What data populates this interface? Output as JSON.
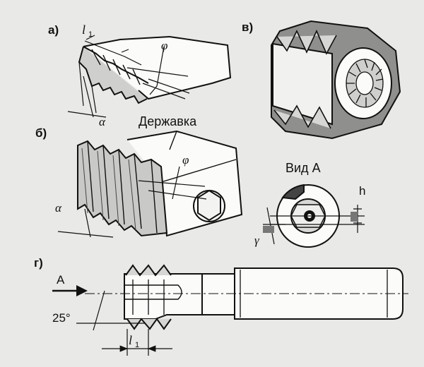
{
  "labels": {
    "a": "а)",
    "b": "б)",
    "v": "в)",
    "g": "г)",
    "holder": "Державка",
    "view": "Вид А",
    "l1_top": "l",
    "l1_top_sub": "1",
    "l1_bottom": "l",
    "l1_bottom_sub": "1",
    "phi_a": "φ",
    "phi_b": "φ",
    "alpha_a": "α",
    "alpha_b": "α",
    "gamma": "γ",
    "h": "h",
    "arrow_A": "A",
    "angle_25": "25°"
  },
  "colors": {
    "ink": "#111111",
    "paper": "#e9e9e7",
    "shade": "#9a9a98",
    "light": "#fbfbf9"
  }
}
